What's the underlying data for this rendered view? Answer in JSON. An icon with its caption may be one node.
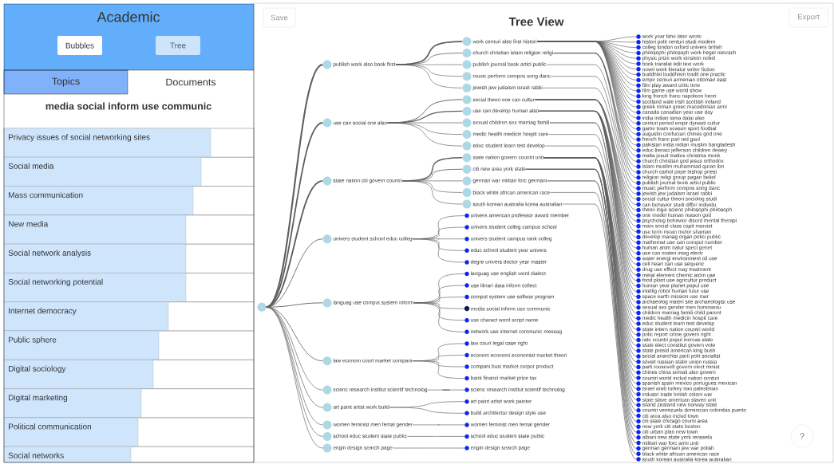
{
  "diagram": {
    "title": "Tree View",
    "nodes": [
      {
        "text": [],
        "shape": "circle"
      },
      {
        "text": [
          "publish work also book first"
        ]
      },
      {
        "text": [
          "work centuri also first histori"
        ]
      },
      {
        "text": [
          "work year time later wrote"
        ]
      },
      {
        "text": [
          "histori polit centuri studi modern"
        ]
      },
      {
        "text": [
          "colleg london oxford univers british"
        ]
      },
      {
        "text": [
          "philosophi philosoph work hegel nietzsch"
        ]
      },
      {
        "text": [
          "physic prize work einstein nobel"
        ]
      },
      {
        "text": [
          "book translat edit text work"
        ]
      },
      {
        "text": [
          "novel work literatur writer fiction"
        ]
      },
      {
        "text": [
          "buddhist buddhism tradit one practic"
        ]
      },
      {
        "text": [
          "empir centuri armenian ottoman east"
        ]
      },
      {
        "text": [
          "film play award critic time"
        ]
      },
      {
        "text": [
          "film game use world show"
        ]
      },
      {
        "text": [
          "king french franc napoleon henri"
        ]
      },
      {
        "text": [
          "scotland wale irish scottish ireland"
        ]
      },
      {
        "text": [
          "greek roman greec macedonian armi"
        ]
      },
      {
        "text": [
          "canada canadian year use day"
        ]
      },
      {
        "text": [
          "india indian lama dalai also"
        ]
      },
      {
        "text": [
          "centuri period empir dynasti cultur"
        ]
      },
      {
        "text": [
          "game team season sport footbal"
        ]
      },
      {
        "text": [
          "augustin confucian chines god one"
        ]
      },
      {
        "text": [
          "french franc pari red gaul"
        ]
      },
      {
        "text": [
          "pakistan india indian muslim bangladesh"
        ]
      },
      {
        "text": [
          "educ literaci jefferson children dewey"
        ]
      },
      {
        "text": [
          "malta jesuit maltes christma monk"
        ]
      },
      {
        "text": [
          "church christian islam religion religi"
        ]
      },
      {
        "text": [
          "church christian god jesus orthodox"
        ]
      },
      {
        "text": [
          "islam muslim muhammad quran ibn"
        ]
      },
      {
        "text": [
          "church cathol pope bishop priest"
        ]
      },
      {
        "text": [
          "religion religi group pagan belief"
        ]
      },
      {
        "text": [
          "publish journal book articl public"
        ]
      },
      {
        "text": [
          "publish journal book articl public"
        ]
      },
      {
        "text": [
          "music perform compos song danc"
        ]
      },
      {
        "text": [
          "music perform compos song danc"
        ]
      },
      {
        "text": [
          "jewish jew judaism israel rabbi"
        ]
      },
      {
        "text": [
          "jewish jew judaism israel rabbi"
        ]
      },
      {
        "text": [
          "use can social one also"
        ]
      },
      {
        "text": [
          "social theori one can cultur"
        ]
      },
      {
        "text": [
          "social cultur theori sociolog studi"
        ]
      },
      {
        "text": [
          "can behavior studi differ individu"
        ]
      },
      {
        "text": [
          "theori logic scienc philosophi philosoph"
        ]
      },
      {
        "text": [
          "one model human reason god"
        ]
      },
      {
        "text": [
          "psycholog behavior disord mental therapi"
        ]
      },
      {
        "text": [
          "marx social class capit marxist"
        ]
      },
      {
        "text": [
          "use term mean metor shaman"
        ]
      },
      {
        "text": [
          "use can develop human also"
        ]
      },
      {
        "text": [
          "develop manag organ polici public"
        ]
      },
      {
        "text": [
          "mathemat use can comput number"
        ]
      },
      {
        "text": [
          "human anim natur speci genet"
        ]
      },
      {
        "text": [
          "use can materi imag electr"
        ]
      },
      {
        "text": [
          "water energi environment oil use"
        ]
      },
      {
        "text": [
          "cell heart can use sequenc"
        ]
      },
      {
        "text": [
          "drug use effect may treatment"
        ]
      },
      {
        "text": [
          "metal element chemic atom use"
        ]
      },
      {
        "text": [
          "food plant use agricultur product"
        ]
      },
      {
        "text": [
          "human year planet popul use"
        ]
      },
      {
        "text": [
          "intellig robot human futur use"
        ]
      },
      {
        "text": [
          "space earth mission use mar"
        ]
      },
      {
        "text": [
          "archaeolog materi site archaeologist use"
        ]
      },
      {
        "text": [
          "sexual children sex marriag famili"
        ]
      },
      {
        "text": [
          "sexual sex gender men homosexu"
        ]
      },
      {
        "text": [
          "children marriag famili child parent"
        ]
      },
      {
        "text": [
          "medic health medicin hospit care"
        ]
      },
      {
        "text": [
          "medic health medicin hospit care"
        ]
      },
      {
        "text": [
          "educ student learn test develop"
        ]
      },
      {
        "text": [
          "educ student learn test develop"
        ]
      },
      {
        "text": [
          "state nation citi govern countri"
        ]
      },
      {
        "text": [
          "state nation govern countri unit"
        ]
      },
      {
        "text": [
          "state intern nation countri world"
        ]
      },
      {
        "text": [
          "polic report crime govern right"
        ]
      },
      {
        "text": [
          "rate countri popul increas state"
        ]
      },
      {
        "text": [
          "state elect constitut govern vote"
        ]
      },
      {
        "text": [
          "state presid american king bush"
        ]
      },
      {
        "text": [
          "social anarchist parti polit socialist"
        ]
      },
      {
        "text": [
          "soviet russian stalin union russia"
        ]
      },
      {
        "text": [
          "parti roosevelt govern elect minist"
        ]
      },
      {
        "text": [
          "chines china somali also govern"
        ]
      },
      {
        "text": [
          "countri world includ nation centuri"
        ]
      },
      {
        "text": [
          "spanish spain mexico portugues mexican"
        ]
      },
      {
        "text": [
          "israel arab turkey iran palestinian"
        ]
      },
      {
        "text": [
          "industri trade british coloni war"
        ]
      },
      {
        "text": [
          "state slave american slaveri unit"
        ]
      },
      {
        "text": [
          "island zealand new norway state"
        ]
      },
      {
        "text": [
          "countri venezuela dominican colombia puerto"
        ]
      },
      {
        "text": [
          "citi new area york state"
        ]
      },
      {
        "text": [
          "citi area also includ town"
        ]
      },
      {
        "text": [
          "citi state chicago counti area"
        ]
      },
      {
        "text": [
          "new york citi state boston"
        ]
      },
      {
        "text": [
          "citi urban plan new town"
        ]
      },
      {
        "text": [
          "albani new state york renssela"
        ]
      },
      {
        "text": [
          "german war militari forc germani"
        ]
      },
      {
        "text": [
          "militari war forc armi unit"
        ]
      },
      {
        "text": [
          "german germani jew war polish"
        ]
      },
      {
        "text": [
          "black white african american race"
        ]
      },
      {
        "text": [
          "black white african american race"
        ]
      },
      {
        "text": [
          "south korean australia korea australian"
        ]
      },
      {
        "text": [
          "south korean australia korea australian"
        ]
      },
      {
        "text": [
          "univers student school educ colleg"
        ]
      },
      {
        "text": [
          "univers american professor award member"
        ]
      },
      {
        "text": [
          "univers student colleg campus school"
        ]
      },
      {
        "text": [
          "univers student campus rank colleg"
        ]
      },
      {
        "text": [
          "educ school student year univers"
        ]
      },
      {
        "text": [
          "degre univers doctor year master"
        ]
      },
      {
        "text": [
          "languag use comput system inform"
        ]
      },
      {
        "text": [
          "languag use english word dialect"
        ]
      },
      {
        "text": [
          "use librari data inform collect"
        ]
      },
      {
        "text": [
          "comput system use softwar program"
        ]
      },
      {
        "text": [
          "media social inform use communic"
        ]
      },
      {
        "text": [
          "use charact word script name"
        ]
      },
      {
        "text": [
          "network use internet communic messag"
        ]
      },
      {
        "text": [
          "law econom court market compani"
        ]
      },
      {
        "text": [
          "law court legal case right"
        ]
      },
      {
        "text": [
          "econom economi economist market theori"
        ]
      },
      {
        "text": [
          "compani busi market corpor product"
        ]
      },
      {
        "text": [
          "bank financi market price tax"
        ]
      },
      {
        "text": [
          "scienc research institut scientif technolog"
        ]
      },
      {
        "text": [
          "scienc research institut scientif technolog"
        ]
      },
      {
        "text": [
          "art paint artist work build"
        ]
      },
      {
        "text": [
          "art paint artist work painter"
        ]
      },
      {
        "text": [
          "build architectur design style use"
        ]
      },
      {
        "text": [
          "women feminist men femal gender"
        ]
      },
      {
        "text": [
          "women feminist men femal gender"
        ]
      },
      {
        "text": [
          "school educ student state public"
        ]
      },
      {
        "text": [
          "school educ student state public"
        ]
      },
      {
        "text": [
          "engin design search page"
        ]
      },
      {
        "text": [
          "engin design search page"
        ]
      }
    ],
    "edges": [
      {
        "from": 0,
        "to": 1,
        "arrow": "none"
      },
      {
        "from": 1,
        "to": 2,
        "arrow": "none"
      },
      {
        "from": 2,
        "to": 3,
        "arrow": "none"
      },
      {
        "from": 2,
        "to": 4,
        "arrow": "none"
      },
      {
        "from": 2,
        "to": 5,
        "arrow": "none"
      },
      {
        "from": 2,
        "to": 6,
        "arrow": "none"
      },
      {
        "from": 2,
        "to": 7,
        "arrow": "none"
      },
      {
        "from": 2,
        "to": 8,
        "arrow": "none"
      },
      {
        "from": 2,
        "to": 9,
        "arrow": "none"
      },
      {
        "from": 2,
        "to": 10,
        "arrow": "none"
      },
      {
        "from": 2,
        "to": 11,
        "arrow": "none"
      },
      {
        "from": 2,
        "to": 12,
        "arrow": "none"
      },
      {
        "from": 2,
        "to": 13,
        "arrow": "none"
      },
      {
        "from": 2,
        "to": 14,
        "arrow": "none"
      },
      {
        "from": 2,
        "to": 15,
        "arrow": "none"
      },
      {
        "from": 2,
        "to": 16,
        "arrow": "none"
      },
      {
        "from": 2,
        "to": 17,
        "arrow": "none"
      },
      {
        "from": 2,
        "to": 18,
        "arrow": "none"
      },
      {
        "from": 2,
        "to": 19,
        "arrow": "none"
      },
      {
        "from": 2,
        "to": 20,
        "arrow": "none"
      },
      {
        "from": 2,
        "to": 21,
        "arrow": "none"
      },
      {
        "from": 2,
        "to": 22,
        "arrow": "none"
      },
      {
        "from": 2,
        "to": 23,
        "arrow": "none"
      },
      {
        "from": 2,
        "to": 24,
        "arrow": "none"
      },
      {
        "from": 2,
        "to": 25,
        "arrow": "none"
      },
      {
        "from": 1,
        "to": 26,
        "arrow": "none"
      },
      {
        "from": 26,
        "to": 27,
        "arrow": "none"
      },
      {
        "from": 26,
        "to": 28,
        "arrow": "none"
      },
      {
        "from": 26,
        "to": 29,
        "arrow": "none"
      },
      {
        "from": 26,
        "to": 30,
        "arrow": "none"
      },
      {
        "from": 1,
        "to": 31,
        "arrow": "none"
      },
      {
        "from": 31,
        "to": 32,
        "arrow": "none"
      },
      {
        "from": 1,
        "to": 33,
        "arrow": "none"
      },
      {
        "from": 33,
        "to": 34,
        "arrow": "none"
      },
      {
        "from": 1,
        "to": 35,
        "arrow": "none"
      },
      {
        "from": 35,
        "to": 36,
        "arrow": "none"
      },
      {
        "from": 0,
        "to": 37,
        "arrow": "none"
      },
      {
        "from": 37,
        "to": 38,
        "arrow": "none"
      },
      {
        "from": 38,
        "to": 39,
        "arrow": "none"
      },
      {
        "from": 38,
        "to": 40,
        "arrow": "none"
      },
      {
        "from": 38,
        "to": 41,
        "arrow": "none"
      },
      {
        "from": 38,
        "to": 42,
        "arrow": "none"
      },
      {
        "from": 38,
        "to": 43,
        "arrow": "none"
      },
      {
        "from": 38,
        "to": 44,
        "arrow": "none"
      },
      {
        "from": 38,
        "to": 45,
        "arrow": "none"
      },
      {
        "from": 37,
        "to": 46,
        "arrow": "none"
      },
      {
        "from": 46,
        "to": 47,
        "arrow": "none"
      },
      {
        "from": 46,
        "to": 48,
        "arrow": "none"
      },
      {
        "from": 46,
        "to": 49,
        "arrow": "none"
      },
      {
        "from": 46,
        "to": 50,
        "arrow": "none"
      },
      {
        "from": 46,
        "to": 51,
        "arrow": "none"
      },
      {
        "from": 46,
        "to": 52,
        "arrow": "none"
      },
      {
        "from": 46,
        "to": 53,
        "arrow": "none"
      },
      {
        "from": 46,
        "to": 54,
        "arrow": "none"
      },
      {
        "from": 46,
        "to": 55,
        "arrow": "none"
      },
      {
        "from": 46,
        "to": 56,
        "arrow": "none"
      },
      {
        "from": 46,
        "to": 57,
        "arrow": "none"
      },
      {
        "from": 46,
        "to": 58,
        "arrow": "none"
      },
      {
        "from": 46,
        "to": 59,
        "arrow": "none"
      },
      {
        "from": 37,
        "to": 60,
        "arrow": "none"
      },
      {
        "from": 60,
        "to": 61,
        "arrow": "none"
      },
      {
        "from": 60,
        "to": 62,
        "arrow": "none"
      },
      {
        "from": 37,
        "to": 63,
        "arrow": "none"
      },
      {
        "from": 63,
        "to": 64,
        "arrow": "none"
      },
      {
        "from": 37,
        "to": 65,
        "arrow": "none"
      },
      {
        "from": 65,
        "to": 66,
        "arrow": "none"
      },
      {
        "from": 0,
        "to": 67,
        "arrow": "none"
      },
      {
        "from": 67,
        "to": 68,
        "arrow": "none"
      },
      {
        "from": 68,
        "to": 69,
        "arrow": "none"
      },
      {
        "from": 68,
        "to": 70,
        "arrow": "none"
      },
      {
        "from": 68,
        "to": 71,
        "arrow": "none"
      },
      {
        "from": 68,
        "to": 72,
        "arrow": "none"
      },
      {
        "from": 68,
        "to": 73,
        "arrow": "none"
      },
      {
        "from": 68,
        "to": 74,
        "arrow": "none"
      },
      {
        "from": 68,
        "to": 75,
        "arrow": "none"
      },
      {
        "from": 68,
        "to": 76,
        "arrow": "none"
      },
      {
        "from": 68,
        "to": 77,
        "arrow": "none"
      },
      {
        "from": 68,
        "to": 78,
        "arrow": "none"
      },
      {
        "from": 68,
        "to": 79,
        "arrow": "none"
      },
      {
        "from": 68,
        "to": 80,
        "arrow": "none"
      },
      {
        "from": 68,
        "to": 81,
        "arrow": "none"
      },
      {
        "from": 68,
        "to": 82,
        "arrow": "none"
      },
      {
        "from": 68,
        "to": 83,
        "arrow": "none"
      },
      {
        "from": 68,
        "to": 84,
        "arrow": "none"
      },
      {
        "from": 67,
        "to": 85,
        "arrow": "none"
      },
      {
        "from": 85,
        "to": 86,
        "arrow": "none"
      },
      {
        "from": 85,
        "to": 87,
        "arrow": "none"
      },
      {
        "from": 85,
        "to": 88,
        "arrow": "none"
      },
      {
        "from": 85,
        "to": 89,
        "arrow": "none"
      },
      {
        "from": 85,
        "to": 90,
        "arrow": "none"
      },
      {
        "from": 67,
        "to": 91,
        "arrow": "none"
      },
      {
        "from": 91,
        "to": 92,
        "arrow": "none"
      },
      {
        "from": 91,
        "to": 93,
        "arrow": "none"
      },
      {
        "from": 67,
        "to": 94,
        "arrow": "none"
      },
      {
        "from": 94,
        "to": 95,
        "arrow": "none"
      },
      {
        "from": 67,
        "to": 96,
        "arrow": "none"
      },
      {
        "from": 96,
        "to": 97,
        "arrow": "none"
      },
      {
        "from": 0,
        "to": 98,
        "arrow": "none"
      },
      {
        "from": 98,
        "to": 99,
        "arrow": "none"
      },
      {
        "from": 98,
        "to": 100,
        "arrow": "none"
      },
      {
        "from": 98,
        "to": 101,
        "arrow": "none"
      },
      {
        "from": 98,
        "to": 102,
        "arrow": "none"
      },
      {
        "from": 98,
        "to": 103,
        "arrow": "none"
      },
      {
        "from": 0,
        "to": 104,
        "arrow": "none"
      },
      {
        "from": 104,
        "to": 105,
        "arrow": "none"
      },
      {
        "from": 104,
        "to": 106,
        "arrow": "none"
      },
      {
        "from": 104,
        "to": 107,
        "arrow": "none"
      },
      {
        "from": 104,
        "to": 108,
        "arrow": "none"
      },
      {
        "from": 104,
        "to": 109,
        "arrow": "none"
      },
      {
        "from": 104,
        "to": 110,
        "arrow": "none"
      },
      {
        "from": 0,
        "to": 111,
        "arrow": "none"
      },
      {
        "from": 111,
        "to": 112,
        "arrow": "none"
      },
      {
        "from": 111,
        "to": 113,
        "arrow": "none"
      },
      {
        "from": 111,
        "to": 114,
        "arrow": "none"
      },
      {
        "from": 111,
        "to": 115,
        "arrow": "none"
      },
      {
        "from": 0,
        "to": 116,
        "arrow": "none"
      },
      {
        "from": 116,
        "to": 117,
        "arrow": "none"
      },
      {
        "from": 0,
        "to": 118,
        "arrow": "none"
      },
      {
        "from": 118,
        "to": 119,
        "arrow": "none"
      },
      {
        "from": 118,
        "to": 120,
        "arrow": "none"
      },
      {
        "from": 0,
        "to": 121,
        "arrow": "none"
      },
      {
        "from": 121,
        "to": 122,
        "arrow": "none"
      },
      {
        "from": 0,
        "to": 123,
        "arrow": "none"
      },
      {
        "from": 123,
        "to": 124,
        "arrow": "none"
      },
      {
        "from": 0,
        "to": 125,
        "arrow": "none"
      },
      {
        "from": 125,
        "to": 126,
        "arrow": "none"
      }
    ],
    "labels": [
      "Academic",
      "Bubbles",
      "Tree",
      "Topics",
      "Documents",
      "media social inform use communic",
      "Privacy issues of social networking sites",
      "Social media",
      "Mass communication",
      "New media",
      "Social network analysis",
      "Social networking potential",
      "Internet democracy",
      "Public sphere",
      "Digital sociology",
      "Digital marketing",
      "Political communication",
      "Social networks",
      "Save",
      "Export",
      "?"
    ]
  }
}
